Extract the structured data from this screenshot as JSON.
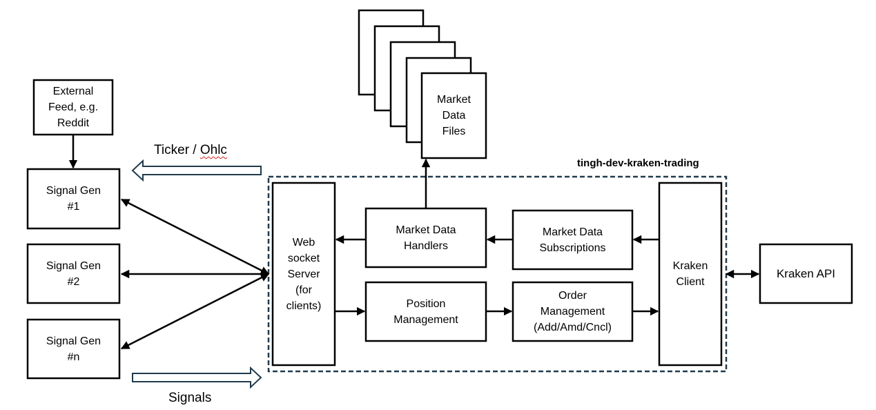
{
  "diagram": {
    "boundary": {
      "label": "tingh-dev-kraken-trading"
    },
    "nodes": {
      "external_feed": "External\nFeed, e.g.\nReddit",
      "signal_gen_1": "Signal Gen\n#1",
      "signal_gen_2": "Signal Gen\n#2",
      "signal_gen_n": "Signal Gen\n#n",
      "websocket_server": "Web\nsocket\nServer\n(for\nclients)",
      "market_data_handlers": "Market Data\nHandlers",
      "market_data_subscriptions": "Market Data\nSubscriptions",
      "position_management": "Position\nManagement",
      "order_management": "Order\nManagement\n(Add/Amd/Cncl)",
      "kraken_client": "Kraken\nClient",
      "kraken_api": "Kraken API",
      "market_data_files": "Market\nData\nFiles"
    },
    "flows": {
      "ticker_ohlc_prefix": "Ticker / ",
      "ticker_ohlc_word": "Ohlc",
      "signals": "Signals"
    },
    "edges": [
      {
        "from": "external_feed",
        "to": "signal_gen_1",
        "direction": "one-way"
      },
      {
        "from": "websocket_server",
        "to": "signal_gen_1",
        "direction": "two-way"
      },
      {
        "from": "websocket_server",
        "to": "signal_gen_2",
        "direction": "two-way"
      },
      {
        "from": "websocket_server",
        "to": "signal_gen_n",
        "direction": "two-way"
      },
      {
        "from": "market_data_handlers",
        "to": "websocket_server",
        "direction": "one-way"
      },
      {
        "from": "market_data_subscriptions",
        "to": "market_data_handlers",
        "direction": "one-way"
      },
      {
        "from": "kraken_client",
        "to": "market_data_subscriptions",
        "direction": "one-way"
      },
      {
        "from": "market_data_handlers",
        "to": "market_data_files",
        "direction": "one-way"
      },
      {
        "from": "websocket_server",
        "to": "position_management",
        "direction": "one-way"
      },
      {
        "from": "position_management",
        "to": "order_management",
        "direction": "one-way"
      },
      {
        "from": "order_management",
        "to": "kraken_client",
        "direction": "one-way"
      },
      {
        "from": "kraken_client",
        "to": "kraken_api",
        "direction": "two-way"
      }
    ]
  }
}
